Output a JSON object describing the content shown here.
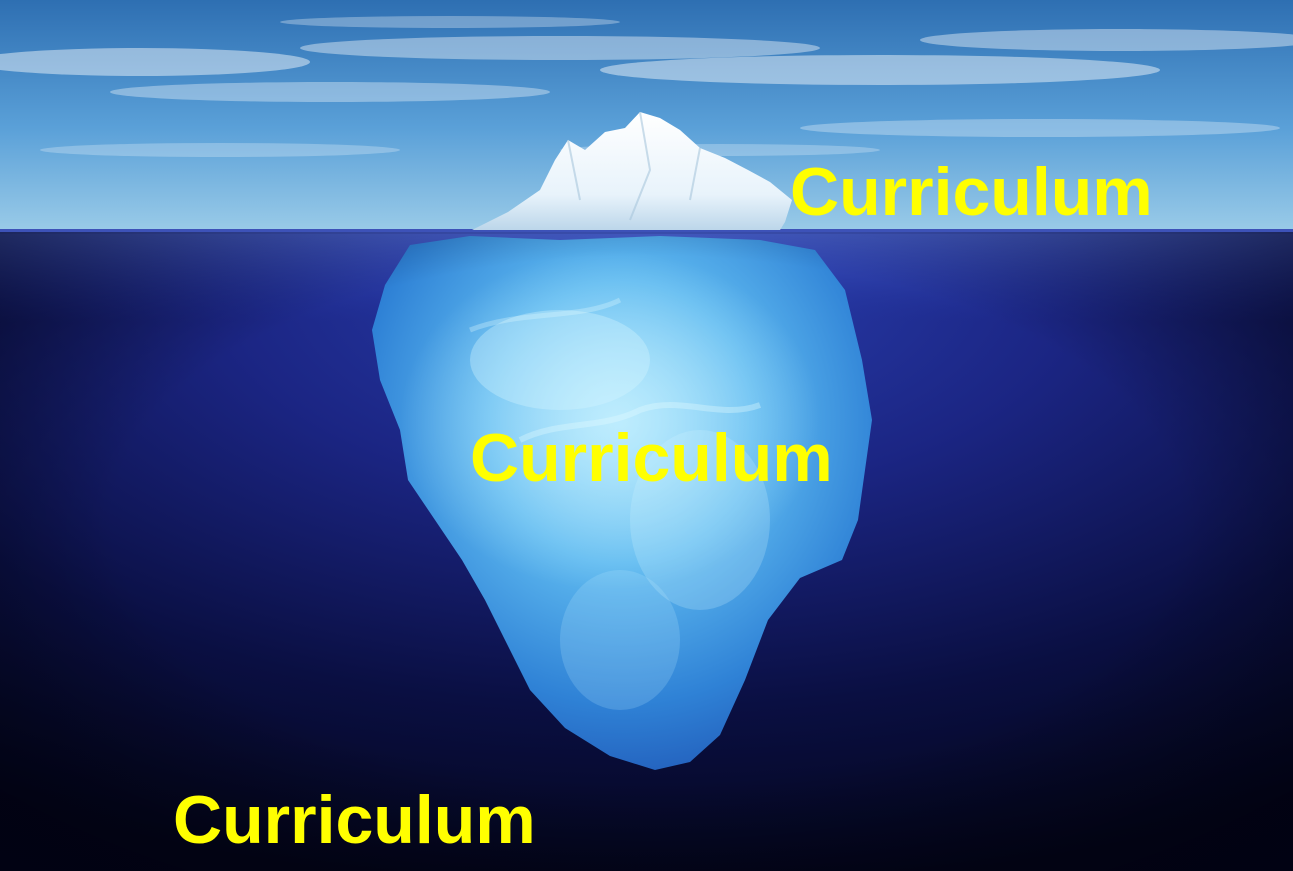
{
  "labels": {
    "tip": "Curriculum",
    "submerged": "Curriculum",
    "deep": "Curriculum"
  },
  "colors": {
    "label_text": "#ffff00",
    "sky_top": "#2e74b8",
    "sky_horizon": "#8cc0e6",
    "deep_water": "#04061a",
    "ice_light": "#8fd6f6",
    "ice_mid": "#2f8fdc",
    "tip_white": "#f6fbff"
  }
}
